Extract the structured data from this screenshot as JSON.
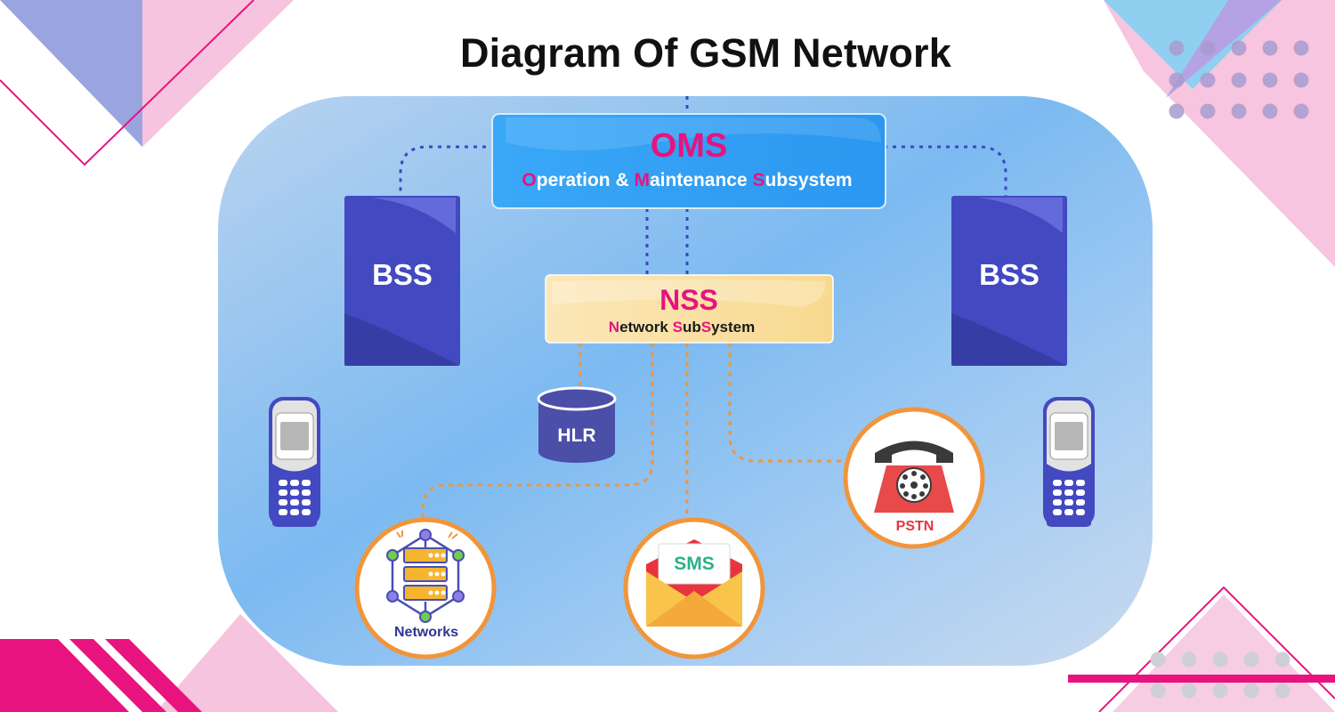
{
  "title": "Diagram Of GSM Network",
  "colors": {
    "accent_pink": "#e8137f",
    "bss_blue": "#4349c0",
    "oms_blue": "#2fa0f4",
    "nss_cream": "#fbe5b0",
    "link_blue": "#3a47c6",
    "link_orange": "#f1953a",
    "cloud_blue": "#7ab7ee"
  },
  "oms": {
    "abbr": "OMS",
    "words": [
      {
        "first": "O",
        "rest": "peration"
      },
      {
        "plain": " & "
      },
      {
        "first": "M",
        "rest": "aintenance"
      },
      {
        "plain": " "
      },
      {
        "first": "S",
        "rest": "ubsystem"
      }
    ]
  },
  "nss": {
    "abbr": "NSS",
    "words": [
      {
        "first": "N",
        "rest": "etwork"
      },
      {
        "plain": " "
      },
      {
        "first": "S",
        "rest": "ub"
      },
      {
        "first": "S",
        "rest": "ystem"
      }
    ]
  },
  "bss_left": {
    "label": "BSS"
  },
  "bss_right": {
    "label": "BSS"
  },
  "hlr": {
    "label": "HLR",
    "icon": "database-icon"
  },
  "networks": {
    "label": "Networks",
    "icon": "server-network-icon"
  },
  "sms": {
    "label": "SMS",
    "icon": "envelope-icon"
  },
  "pstn": {
    "label": "PSTN",
    "icon": "rotary-telephone-icon"
  },
  "phones": [
    {
      "icon": "mobile-phone-icon"
    },
    {
      "icon": "mobile-phone-icon"
    }
  ]
}
